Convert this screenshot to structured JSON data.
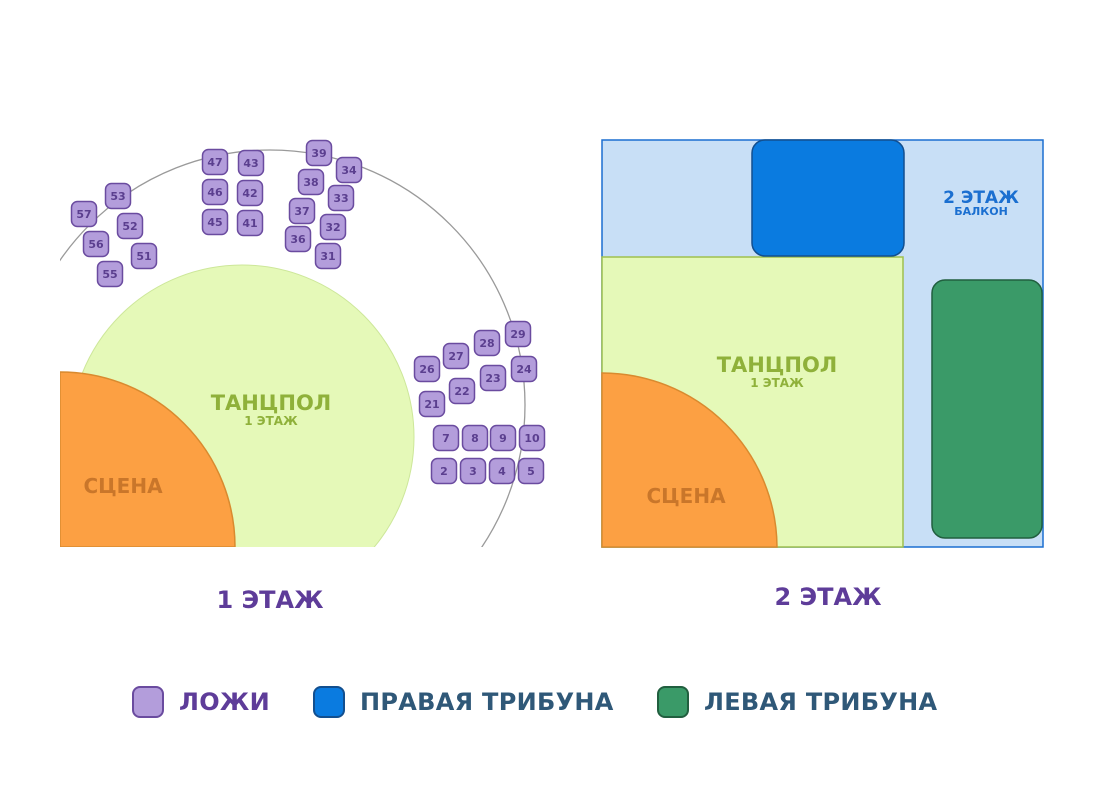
{
  "floor1": {
    "caption": "1 ЭТАЖ",
    "stage_label": "СЦЕНА",
    "dancefloor_label": "ТАНЦПОЛ",
    "dancefloor_sub": "1 ЭТАЖ",
    "boxes": [
      "2",
      "3",
      "4",
      "5",
      "7",
      "8",
      "9",
      "10",
      "21",
      "22",
      "23",
      "24",
      "26",
      "27",
      "28",
      "29",
      "31",
      "32",
      "33",
      "34",
      "36",
      "37",
      "38",
      "39",
      "41",
      "42",
      "43",
      "45",
      "46",
      "47",
      "51",
      "52",
      "53",
      "55",
      "56",
      "57"
    ]
  },
  "floor2": {
    "caption": "2 ЭТАЖ",
    "stage_label": "СЦЕНА",
    "dancefloor_label": "ТАНЦПОЛ",
    "dancefloor_sub": "1 ЭТАЖ",
    "balcony_label": "2 ЭТАЖ",
    "balcony_sub": "БАЛКОН"
  },
  "legend": [
    {
      "label": "ЛОЖИ",
      "color": "#b39ddb",
      "border": "#6a4b9f",
      "text_color": "#5e3c99"
    },
    {
      "label": "ПРАВАЯ ТРИБУНА",
      "color": "#0a7be0",
      "border": "#124f8f",
      "text_color": "#2f5878"
    },
    {
      "label": "ЛЕВАЯ ТРИБУНА",
      "color": "#3a9a68",
      "border": "#215f3f",
      "text_color": "#2f5878"
    }
  ],
  "colors": {
    "stage": "#fca043",
    "stage_border": "#d98a2f",
    "stage_text": "#c9762a",
    "dancefloor": "#e5f9b8",
    "dancefloor_text": "#8fb13a",
    "balcony": "#c8dff6",
    "balcony_border": "#1b6fd0",
    "caption": "#5e3c99"
  }
}
